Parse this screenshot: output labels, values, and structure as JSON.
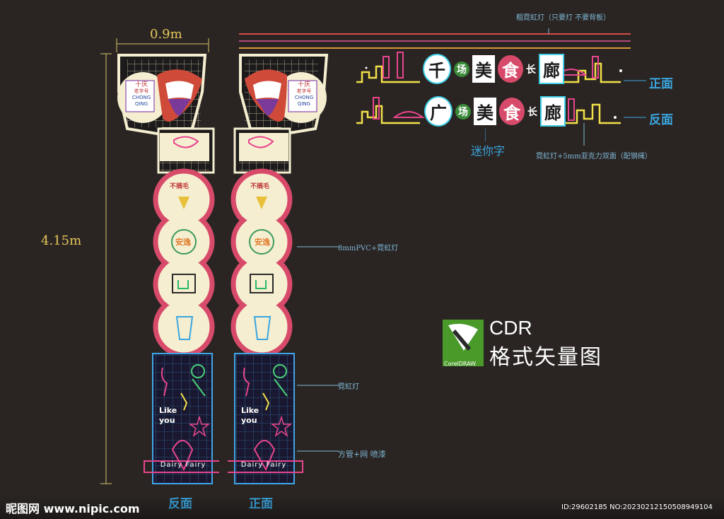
{
  "dimensions": {
    "width_label": "0.9m",
    "height_label": "4.15m"
  },
  "notes": {
    "top_neon": "粗霓虹灯（只要灯 不要背板）",
    "acrylic": "霓虹灯+5mm亚克力双面（配钢绳）",
    "pvc": "8mmPVC+霓虹灯",
    "neon": "霓虹灯",
    "tube": "方管+网 喷漆",
    "mini": "迷你字"
  },
  "faces": {
    "front": "正面",
    "back": "反面"
  },
  "sign_front": [
    "千",
    "场",
    "美",
    "食",
    "长",
    "廊"
  ],
  "sign_back": [
    "广",
    "场",
    "美",
    "食",
    "长",
    "廊"
  ],
  "pillar": {
    "logo_lines": [
      "十庆",
      "老字号",
      "CHONG",
      "QING"
    ],
    "badge_top": "不摘毛",
    "badge_anyi": "安逸",
    "like_text": [
      "Like",
      "you"
    ],
    "fairy_text": "Dairy Fairy"
  },
  "coreldraw": {
    "title": "CDR",
    "subtitle": "格式矢量图",
    "brand": "CorelDRAW"
  },
  "watermark": {
    "left": "昵图网 www.nipic.com",
    "right": "ID:29602185 NO:20230212150508949104"
  },
  "colors": {
    "neon_pink": "#e8458e",
    "neon_yellow": "#f2e04a",
    "neon_cyan": "#3fd0e8",
    "frame": "#d84a6a",
    "cream": "#f5eed0"
  }
}
